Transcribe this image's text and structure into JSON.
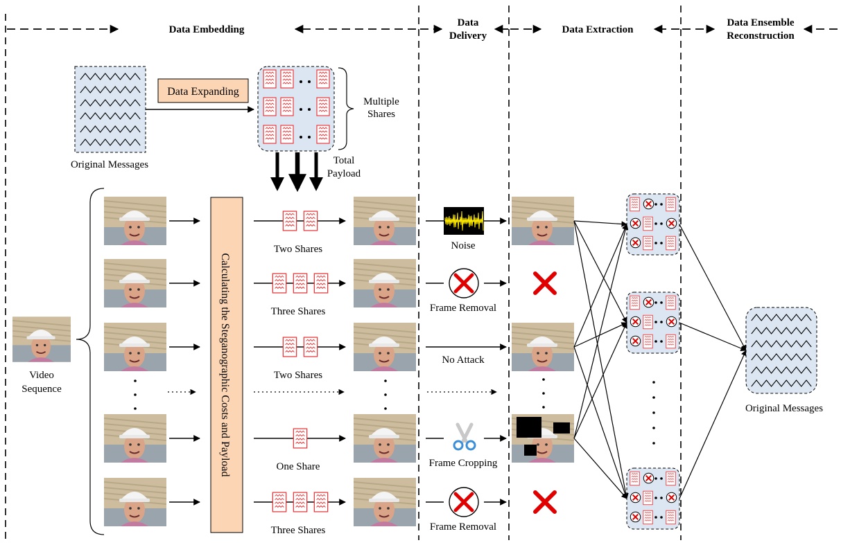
{
  "sections": {
    "embedding": "Data Embedding",
    "delivery_line1": "Data",
    "delivery_line2": "Delivery",
    "extraction": "Data Extraction",
    "reconstruction_line1": "Data Ensemble",
    "reconstruction_line2": "Reconstruction"
  },
  "top": {
    "original_messages": "Original Messages",
    "data_expanding": "Data Expanding",
    "multiple_shares_line1": "Multiple",
    "multiple_shares_line2": "Shares",
    "total_payload_line1": "Total",
    "total_payload_line2": "Payload"
  },
  "video_sequence_line1": "Video",
  "video_sequence_line2": "Sequence",
  "cost_box_label": "Calculating the Steganographic Costs and Payload",
  "rows": [
    {
      "shares": 2,
      "shares_label": "Two Shares",
      "attack": "noise",
      "attack_label": "Noise",
      "extracted": "frame"
    },
    {
      "shares": 3,
      "shares_label": "Three Shares",
      "attack": "removal",
      "attack_label": "Frame Removal",
      "extracted": "lost"
    },
    {
      "shares": 2,
      "shares_label": "Two Shares",
      "attack": "none",
      "attack_label": "No Attack",
      "extracted": "frame"
    },
    {
      "shares": 1,
      "shares_label": "One Share",
      "attack": "crop",
      "attack_label": "Frame  Cropping",
      "extracted": "cropped"
    },
    {
      "shares": 3,
      "shares_label": "Three Shares",
      "attack": "removal",
      "attack_label": "Frame Removal",
      "extracted": "lost"
    }
  ],
  "output_messages": "Original Messages",
  "colors": {
    "orange": "#fcd5b4",
    "share_red": "#e8393b",
    "pool_fill": "#dce6f2",
    "cross_red": "#e00000",
    "noise_yellow": "#ffea00"
  },
  "icons": [
    "video-frame-icon",
    "share-icon",
    "noise-waveform-icon",
    "frame-removal-icon",
    "scissors-icon",
    "lost-frame-icon"
  ]
}
